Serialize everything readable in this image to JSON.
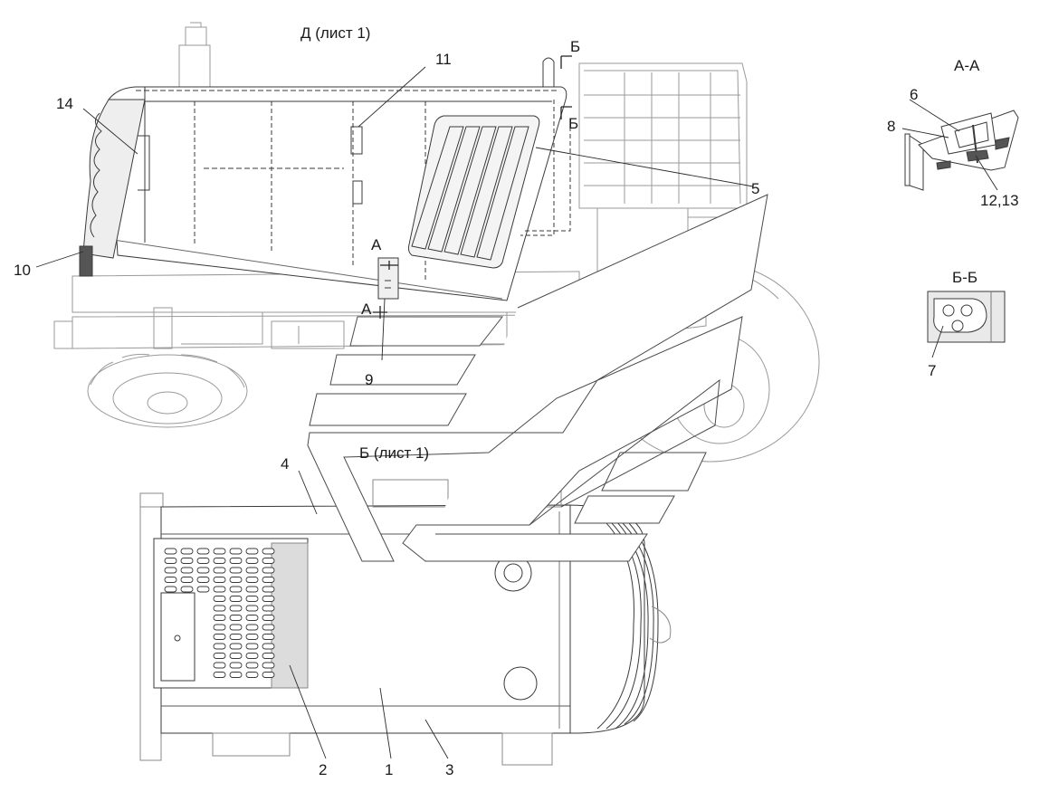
{
  "views": {
    "view_d": "Д (лист 1)",
    "view_b": "Б (лист 1)",
    "section_aa": "А-А",
    "section_bb": "Б-Б",
    "cut_a_top": "А",
    "cut_a_bottom": "А",
    "cut_b_top": "Б",
    "cut_b_bottom": "Б"
  },
  "callouts": {
    "c1": "1",
    "c2": "2",
    "c3": "3",
    "c4": "4",
    "c5": "5",
    "c6": "6",
    "c7": "7",
    "c8": "8",
    "c9": "9",
    "c10": "10",
    "c11": "11",
    "c12_13": "12,13",
    "c14": "14"
  },
  "colors": {
    "line": "#3a3a3a",
    "light_line": "#8a8a8a",
    "fill_gray": "#e6e6e6",
    "fill_dark": "#bdbdbd"
  }
}
